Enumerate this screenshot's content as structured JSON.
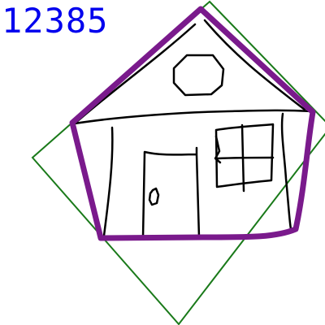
{
  "label": "12385",
  "colors": {
    "label": "#0000ee",
    "rotated_square": "#1a7a1a",
    "pentagon": "#7a1a8c",
    "house_lines": "#000000",
    "background": "#ffffff"
  },
  "shapes": {
    "rotated_square": "green-outline-square",
    "pentagon": "purple-pentagon",
    "house": "hand-drawn-house-sketch"
  }
}
